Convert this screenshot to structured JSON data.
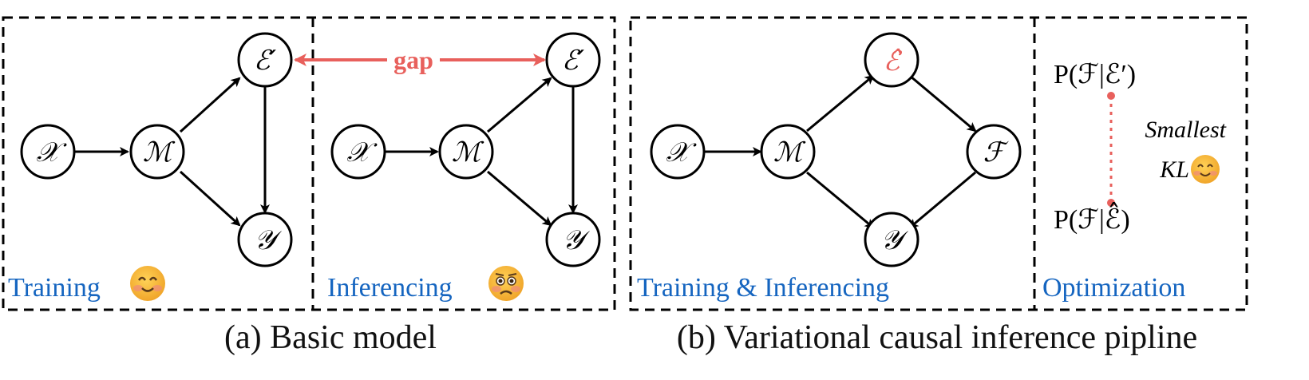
{
  "panel_a": {
    "caption": "(a) Basic model",
    "training_label": "Training",
    "inferencing_label": "Inferencing",
    "gap_label": "gap"
  },
  "panel_b": {
    "caption": "(b) Variational causal inference pipline",
    "pipeline_label": "Training & Inferencing",
    "optimization_label": "Optimization",
    "prob_top": "P(ℱ|ℰ′)",
    "prob_bottom": "P(ℱ|ℰ̂)",
    "smallest": "Smallest",
    "kl": "KL"
  },
  "nodes": {
    "x": "𝒳",
    "m": "ℳ",
    "e_prime": "ℰ′",
    "y": "𝒴",
    "e_hat": "ℰ̂",
    "f": "ℱ"
  },
  "colors": {
    "accent_red": "#e8605c",
    "label_blue": "#1565c0",
    "emoji_yellow": "#f6b93b",
    "blush": "#f08a7a"
  },
  "icons": {
    "happy": "smiling-face-icon",
    "sad": "worried-face-icon"
  }
}
